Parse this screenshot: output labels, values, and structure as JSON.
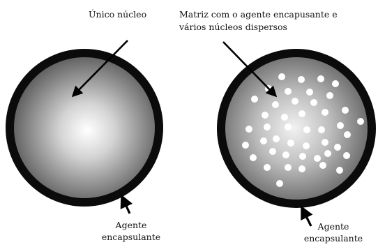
{
  "left_capsule": {
    "core_label": "Único núcleo",
    "shell_label_line1": "Agente",
    "shell_label_line2": "encapsulante"
  },
  "right_capsule": {
    "matrix_label_line1": "Matriz com o agente encapusante e",
    "matrix_label_line2": "vários núcleos dispersos",
    "shell_label_line1": "Agente",
    "shell_label_line2": "encapsulante",
    "dispersed_core_count": 45
  },
  "colors": {
    "shell": "#0b0b0b",
    "core_center": "#ffffff",
    "core_edge": "#5a5a5a",
    "dispersed_core": "#ffffff",
    "arrow": "#000000"
  }
}
